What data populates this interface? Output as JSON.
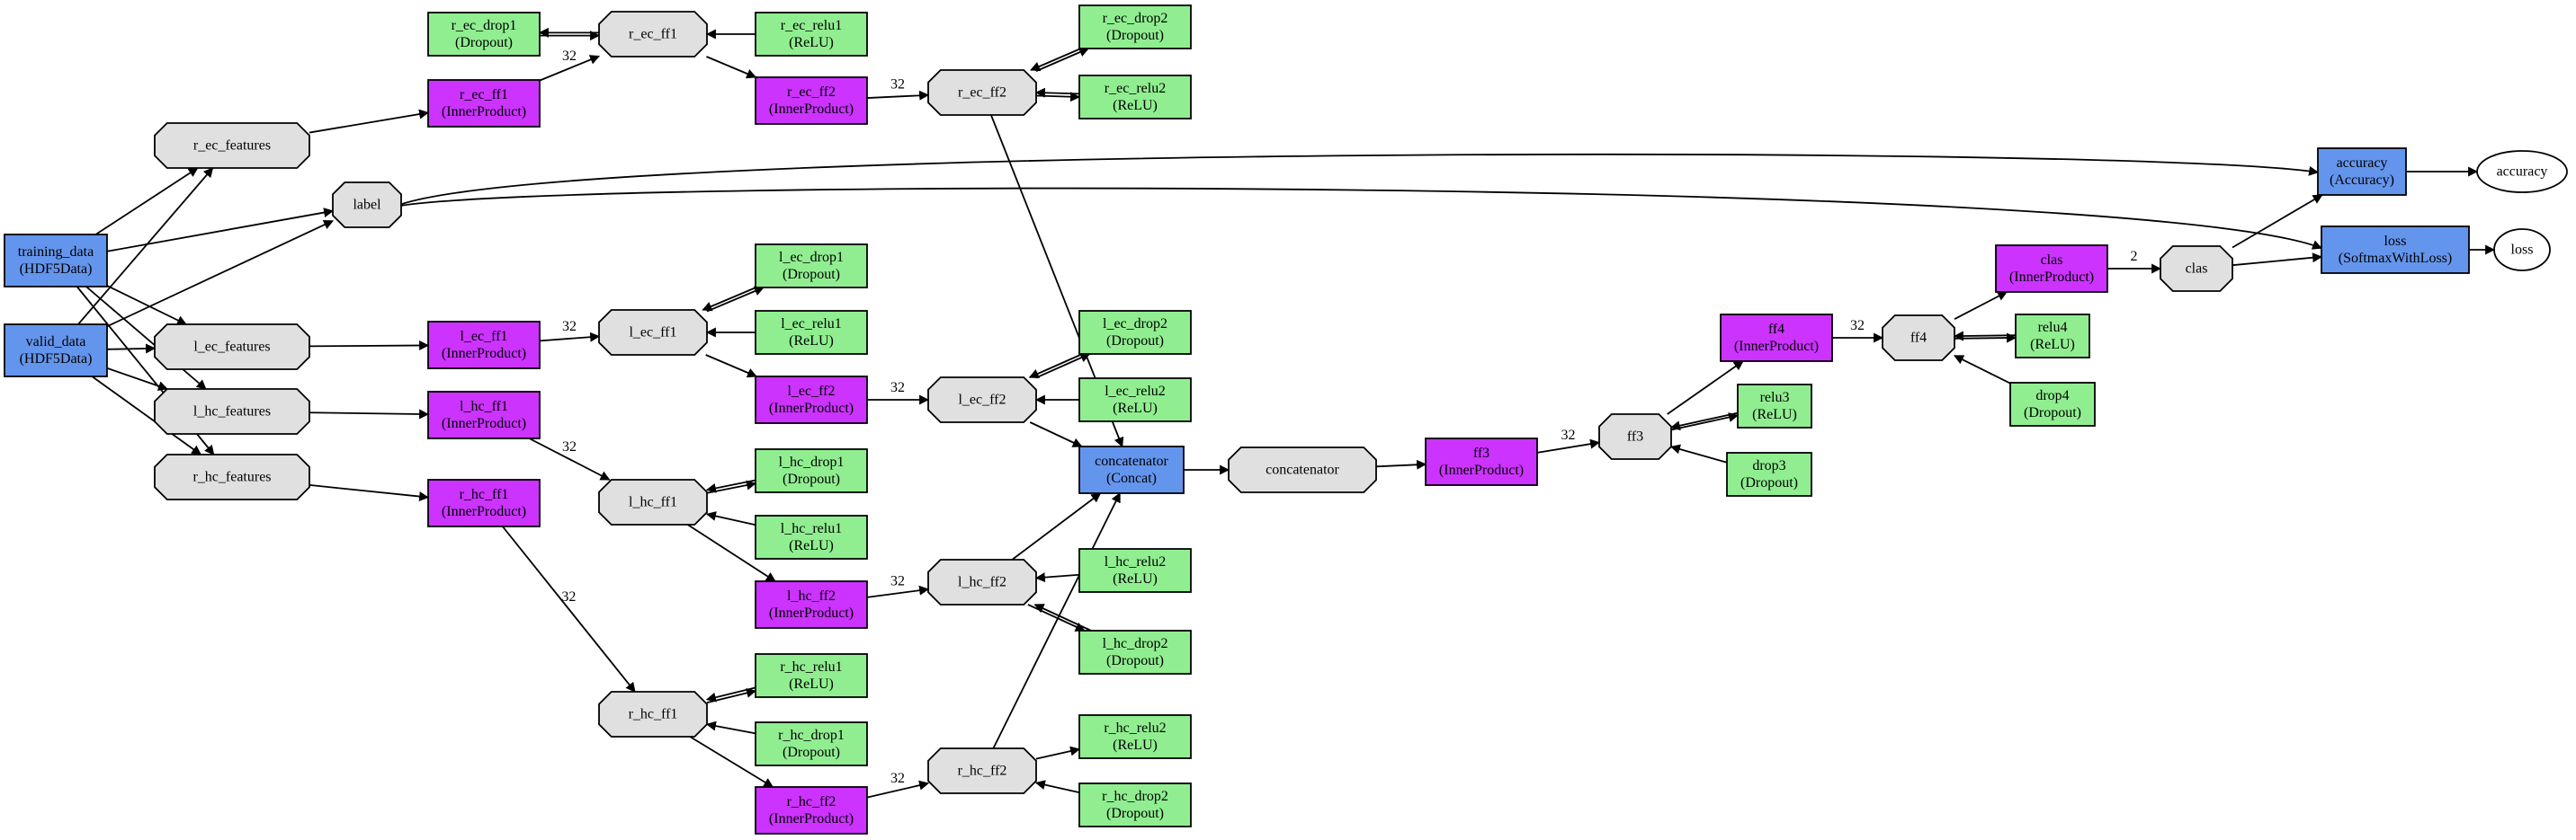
{
  "colors": {
    "data_layer": "#6495ED",
    "inner_product": "#CC33FF",
    "activation": "#90EE90",
    "blob": "#E0E0E0",
    "output": "#FFFFFF"
  },
  "nodes": [
    {
      "id": "training_data",
      "kind": "data_layer",
      "lines": [
        "training_data",
        "(HDF5Data)"
      ]
    },
    {
      "id": "valid_data",
      "kind": "data_layer",
      "lines": [
        "valid_data",
        "(HDF5Data)"
      ]
    },
    {
      "id": "r_ec_features",
      "kind": "blob",
      "lines": [
        "r_ec_features"
      ]
    },
    {
      "id": "l_ec_features",
      "kind": "blob",
      "lines": [
        "l_ec_features"
      ]
    },
    {
      "id": "l_hc_features",
      "kind": "blob",
      "lines": [
        "l_hc_features"
      ]
    },
    {
      "id": "r_hc_features",
      "kind": "blob",
      "lines": [
        "r_hc_features"
      ]
    },
    {
      "id": "label",
      "kind": "blob",
      "lines": [
        "label"
      ]
    },
    {
      "id": "r_ec_drop1",
      "kind": "activation",
      "lines": [
        "r_ec_drop1",
        "(Dropout)"
      ]
    },
    {
      "id": "r_ec_ff1_layer",
      "kind": "inner_product",
      "lines": [
        "r_ec_ff1",
        "(InnerProduct)"
      ]
    },
    {
      "id": "r_ec_ff1_blob",
      "kind": "blob",
      "lines": [
        "r_ec_ff1"
      ]
    },
    {
      "id": "r_ec_relu1",
      "kind": "activation",
      "lines": [
        "r_ec_relu1",
        "(ReLU)"
      ]
    },
    {
      "id": "r_ec_ff2_layer",
      "kind": "inner_product",
      "lines": [
        "r_ec_ff2",
        "(InnerProduct)"
      ]
    },
    {
      "id": "r_ec_ff2_blob",
      "kind": "blob",
      "lines": [
        "r_ec_ff2"
      ]
    },
    {
      "id": "r_ec_drop2",
      "kind": "activation",
      "lines": [
        "r_ec_drop2",
        "(Dropout)"
      ]
    },
    {
      "id": "r_ec_relu2",
      "kind": "activation",
      "lines": [
        "r_ec_relu2",
        "(ReLU)"
      ]
    },
    {
      "id": "l_ec_ff1_layer",
      "kind": "inner_product",
      "lines": [
        "l_ec_ff1",
        "(InnerProduct)"
      ]
    },
    {
      "id": "l_ec_ff1_blob",
      "kind": "blob",
      "lines": [
        "l_ec_ff1"
      ]
    },
    {
      "id": "l_ec_drop1",
      "kind": "activation",
      "lines": [
        "l_ec_drop1",
        "(Dropout)"
      ]
    },
    {
      "id": "l_ec_relu1",
      "kind": "activation",
      "lines": [
        "l_ec_relu1",
        "(ReLU)"
      ]
    },
    {
      "id": "l_ec_ff2_layer",
      "kind": "inner_product",
      "lines": [
        "l_ec_ff2",
        "(InnerProduct)"
      ]
    },
    {
      "id": "l_ec_ff2_blob",
      "kind": "blob",
      "lines": [
        "l_ec_ff2"
      ]
    },
    {
      "id": "l_ec_drop2",
      "kind": "activation",
      "lines": [
        "l_ec_drop2",
        "(Dropout)"
      ]
    },
    {
      "id": "l_ec_relu2",
      "kind": "activation",
      "lines": [
        "l_ec_relu2",
        "(ReLU)"
      ]
    },
    {
      "id": "l_hc_ff1_layer",
      "kind": "inner_product",
      "lines": [
        "l_hc_ff1",
        "(InnerProduct)"
      ]
    },
    {
      "id": "l_hc_ff1_blob",
      "kind": "blob",
      "lines": [
        "l_hc_ff1"
      ]
    },
    {
      "id": "l_hc_drop1",
      "kind": "activation",
      "lines": [
        "l_hc_drop1",
        "(Dropout)"
      ]
    },
    {
      "id": "l_hc_relu1",
      "kind": "activation",
      "lines": [
        "l_hc_relu1",
        "(ReLU)"
      ]
    },
    {
      "id": "l_hc_ff2_layer",
      "kind": "inner_product",
      "lines": [
        "l_hc_ff2",
        "(InnerProduct)"
      ]
    },
    {
      "id": "l_hc_ff2_blob",
      "kind": "blob",
      "lines": [
        "l_hc_ff2"
      ]
    },
    {
      "id": "l_hc_relu2",
      "kind": "activation",
      "lines": [
        "l_hc_relu2",
        "(ReLU)"
      ]
    },
    {
      "id": "l_hc_drop2",
      "kind": "activation",
      "lines": [
        "l_hc_drop2",
        "(Dropout)"
      ]
    },
    {
      "id": "r_hc_ff1_layer",
      "kind": "inner_product",
      "lines": [
        "r_hc_ff1",
        "(InnerProduct)"
      ]
    },
    {
      "id": "r_hc_ff1_blob",
      "kind": "blob",
      "lines": [
        "r_hc_ff1"
      ]
    },
    {
      "id": "r_hc_relu1",
      "kind": "activation",
      "lines": [
        "r_hc_relu1",
        "(ReLU)"
      ]
    },
    {
      "id": "r_hc_drop1",
      "kind": "activation",
      "lines": [
        "r_hc_drop1",
        "(Dropout)"
      ]
    },
    {
      "id": "r_hc_ff2_layer",
      "kind": "inner_product",
      "lines": [
        "r_hc_ff2",
        "(InnerProduct)"
      ]
    },
    {
      "id": "r_hc_ff2_blob",
      "kind": "blob",
      "lines": [
        "r_hc_ff2"
      ]
    },
    {
      "id": "r_hc_relu2",
      "kind": "activation",
      "lines": [
        "r_hc_relu2",
        "(ReLU)"
      ]
    },
    {
      "id": "r_hc_drop2",
      "kind": "activation",
      "lines": [
        "r_hc_drop2",
        "(Dropout)"
      ]
    },
    {
      "id": "concatenator_layer",
      "kind": "data_layer",
      "lines": [
        "concatenator",
        "(Concat)"
      ]
    },
    {
      "id": "concatenator_blob",
      "kind": "blob",
      "lines": [
        "concatenator"
      ]
    },
    {
      "id": "ff3_layer",
      "kind": "inner_product",
      "lines": [
        "ff3",
        "(InnerProduct)"
      ]
    },
    {
      "id": "ff3_blob",
      "kind": "blob",
      "lines": [
        "ff3"
      ]
    },
    {
      "id": "relu3",
      "kind": "activation",
      "lines": [
        "relu3",
        "(ReLU)"
      ]
    },
    {
      "id": "drop3",
      "kind": "activation",
      "lines": [
        "drop3",
        "(Dropout)"
      ]
    },
    {
      "id": "ff4_layer",
      "kind": "inner_product",
      "lines": [
        "ff4",
        "(InnerProduct)"
      ]
    },
    {
      "id": "ff4_blob",
      "kind": "blob",
      "lines": [
        "ff4"
      ]
    },
    {
      "id": "relu4",
      "kind": "activation",
      "lines": [
        "relu4",
        "(ReLU)"
      ]
    },
    {
      "id": "drop4",
      "kind": "activation",
      "lines": [
        "drop4",
        "(Dropout)"
      ]
    },
    {
      "id": "clas_layer",
      "kind": "inner_product",
      "lines": [
        "clas",
        "(InnerProduct)"
      ]
    },
    {
      "id": "clas_blob",
      "kind": "blob",
      "lines": [
        "clas"
      ]
    },
    {
      "id": "accuracy_layer",
      "kind": "data_layer",
      "lines": [
        "accuracy",
        "(Accuracy)"
      ]
    },
    {
      "id": "accuracy_out",
      "kind": "output",
      "lines": [
        "accuracy"
      ]
    },
    {
      "id": "loss_layer",
      "kind": "data_layer",
      "lines": [
        "loss",
        "(SoftmaxWithLoss)"
      ]
    },
    {
      "id": "loss_out",
      "kind": "output",
      "lines": [
        "loss"
      ]
    }
  ],
  "edges": [
    {
      "from": "training_data",
      "to": "r_ec_features"
    },
    {
      "from": "training_data",
      "to": "label"
    },
    {
      "from": "training_data",
      "to": "l_ec_features"
    },
    {
      "from": "training_data",
      "to": "l_hc_features"
    },
    {
      "from": "training_data",
      "to": "r_hc_features"
    },
    {
      "from": "valid_data",
      "to": "r_ec_features"
    },
    {
      "from": "valid_data",
      "to": "label"
    },
    {
      "from": "valid_data",
      "to": "l_ec_features"
    },
    {
      "from": "valid_data",
      "to": "l_hc_features"
    },
    {
      "from": "valid_data",
      "to": "r_hc_features"
    },
    {
      "from": "r_ec_features",
      "to": "r_ec_ff1_layer"
    },
    {
      "from": "r_ec_ff1_layer",
      "to": "r_ec_ff1_blob",
      "label": "32"
    },
    {
      "from": "r_ec_drop1",
      "to": "r_ec_ff1_blob"
    },
    {
      "from": "r_ec_ff1_blob",
      "to": "r_ec_drop1"
    },
    {
      "from": "r_ec_relu1",
      "to": "r_ec_ff1_blob"
    },
    {
      "from": "r_ec_ff1_blob",
      "to": "r_ec_ff2_layer"
    },
    {
      "from": "r_ec_ff2_layer",
      "to": "r_ec_ff2_blob",
      "label": "32"
    },
    {
      "from": "r_ec_ff2_blob",
      "to": "r_ec_drop2"
    },
    {
      "from": "r_ec_drop2",
      "to": "r_ec_ff2_blob"
    },
    {
      "from": "r_ec_relu2",
      "to": "r_ec_ff2_blob"
    },
    {
      "from": "r_ec_ff2_blob",
      "to": "r_ec_relu2"
    },
    {
      "from": "r_ec_ff2_blob",
      "to": "concatenator_layer"
    },
    {
      "from": "l_ec_features",
      "to": "l_ec_ff1_layer"
    },
    {
      "from": "l_ec_ff1_layer",
      "to": "l_ec_ff1_blob",
      "label": "32"
    },
    {
      "from": "l_ec_ff1_blob",
      "to": "l_ec_drop1"
    },
    {
      "from": "l_ec_drop1",
      "to": "l_ec_ff1_blob"
    },
    {
      "from": "l_ec_relu1",
      "to": "l_ec_ff1_blob"
    },
    {
      "from": "l_ec_ff1_blob",
      "to": "l_ec_ff2_layer"
    },
    {
      "from": "l_ec_ff2_layer",
      "to": "l_ec_ff2_blob",
      "label": "32"
    },
    {
      "from": "l_ec_ff2_blob",
      "to": "l_ec_drop2"
    },
    {
      "from": "l_ec_drop2",
      "to": "l_ec_ff2_blob"
    },
    {
      "from": "l_ec_relu2",
      "to": "l_ec_ff2_blob"
    },
    {
      "from": "l_ec_ff2_blob",
      "to": "concatenator_layer"
    },
    {
      "from": "l_hc_features",
      "to": "l_hc_ff1_layer"
    },
    {
      "from": "l_hc_ff1_layer",
      "to": "l_hc_ff1_blob",
      "label": "32"
    },
    {
      "from": "l_hc_ff1_blob",
      "to": "l_hc_drop1"
    },
    {
      "from": "l_hc_drop1",
      "to": "l_hc_ff1_blob"
    },
    {
      "from": "l_hc_relu1",
      "to": "l_hc_ff1_blob"
    },
    {
      "from": "l_hc_ff1_blob",
      "to": "l_hc_ff2_layer"
    },
    {
      "from": "l_hc_ff2_layer",
      "to": "l_hc_ff2_blob",
      "label": "32"
    },
    {
      "from": "l_hc_relu2",
      "to": "l_hc_ff2_blob"
    },
    {
      "from": "l_hc_ff2_blob",
      "to": "l_hc_drop2"
    },
    {
      "from": "l_hc_drop2",
      "to": "l_hc_ff2_blob"
    },
    {
      "from": "l_hc_ff2_blob",
      "to": "concatenator_layer"
    },
    {
      "from": "r_hc_features",
      "to": "r_hc_ff1_layer"
    },
    {
      "from": "r_hc_ff1_layer",
      "to": "r_hc_ff1_blob",
      "label": "32"
    },
    {
      "from": "r_hc_ff1_blob",
      "to": "r_hc_relu1"
    },
    {
      "from": "r_hc_relu1",
      "to": "r_hc_ff1_blob"
    },
    {
      "from": "r_hc_drop1",
      "to": "r_hc_ff1_blob"
    },
    {
      "from": "r_hc_ff1_blob",
      "to": "r_hc_ff2_layer"
    },
    {
      "from": "r_hc_ff2_layer",
      "to": "r_hc_ff2_blob",
      "label": "32"
    },
    {
      "from": "r_hc_ff2_blob",
      "to": "r_hc_relu2"
    },
    {
      "from": "r_hc_drop2",
      "to": "r_hc_ff2_blob"
    },
    {
      "from": "r_hc_ff2_blob",
      "to": "concatenator_layer"
    },
    {
      "from": "concatenator_layer",
      "to": "concatenator_blob"
    },
    {
      "from": "concatenator_blob",
      "to": "ff3_layer"
    },
    {
      "from": "ff3_layer",
      "to": "ff3_blob",
      "label": "32"
    },
    {
      "from": "ff3_blob",
      "to": "relu3"
    },
    {
      "from": "relu3",
      "to": "ff3_blob"
    },
    {
      "from": "drop3",
      "to": "ff3_blob"
    },
    {
      "from": "ff3_blob",
      "to": "ff4_layer"
    },
    {
      "from": "ff4_layer",
      "to": "ff4_blob",
      "label": "32"
    },
    {
      "from": "ff4_blob",
      "to": "clas_layer"
    },
    {
      "from": "relu4",
      "to": "ff4_blob"
    },
    {
      "from": "ff4_blob",
      "to": "relu4"
    },
    {
      "from": "drop4",
      "to": "ff4_blob"
    },
    {
      "from": "clas_layer",
      "to": "clas_blob",
      "label": "2"
    },
    {
      "from": "clas_blob",
      "to": "accuracy_layer"
    },
    {
      "from": "clas_blob",
      "to": "loss_layer"
    },
    {
      "from": "label",
      "to": "accuracy_layer"
    },
    {
      "from": "label",
      "to": "loss_layer"
    },
    {
      "from": "accuracy_layer",
      "to": "accuracy_out"
    },
    {
      "from": "loss_layer",
      "to": "loss_out"
    }
  ]
}
